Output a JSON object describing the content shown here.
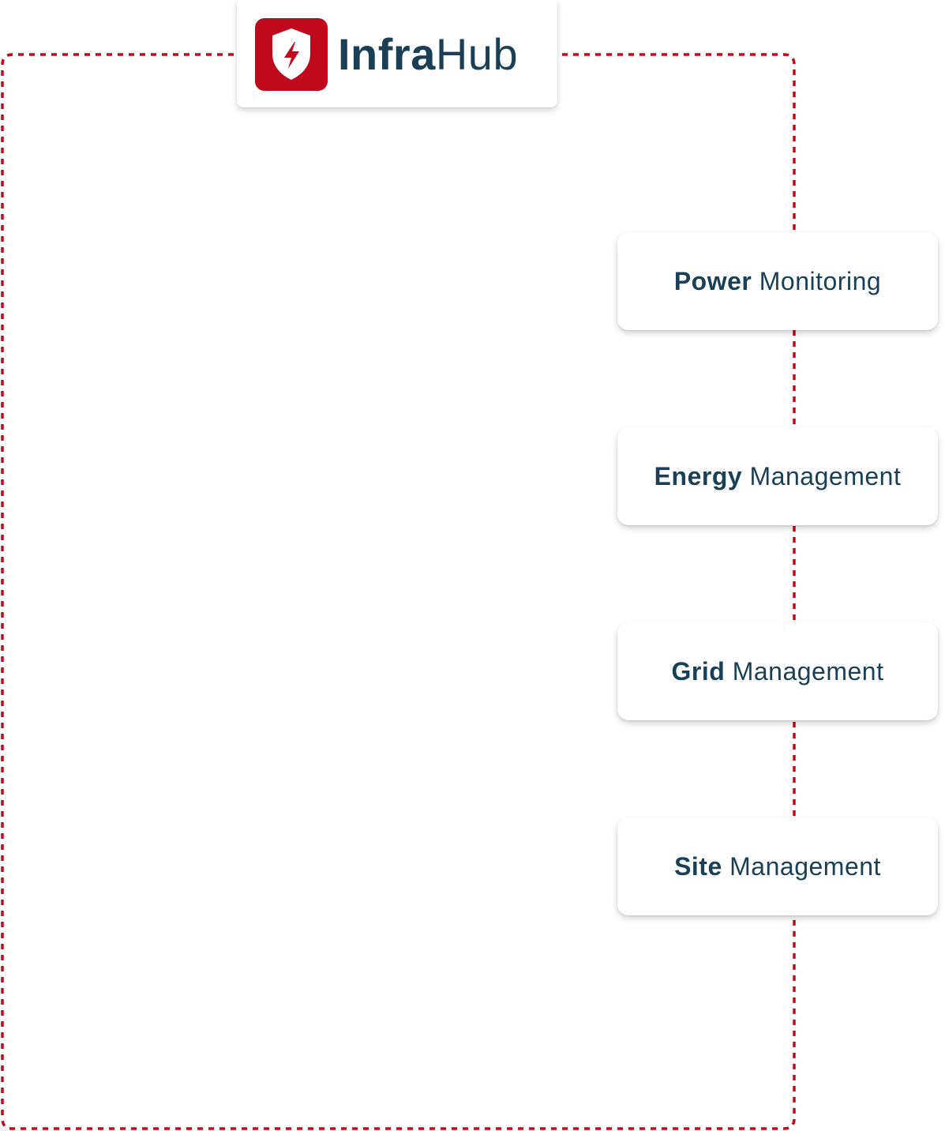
{
  "logo": {
    "name_bold": "Infra",
    "name_light": "Hub",
    "icon": "shield-lightning-icon"
  },
  "modules": [
    {
      "bold": "Power",
      "light": "Monitoring"
    },
    {
      "bold": "Energy",
      "light": "Management"
    },
    {
      "bold": "Grid",
      "light": "Management"
    },
    {
      "bold": "Site",
      "light": "Management"
    }
  ],
  "colors": {
    "accent": "#c0091c",
    "text": "#1b3f54",
    "card_bg": "#ffffff"
  }
}
